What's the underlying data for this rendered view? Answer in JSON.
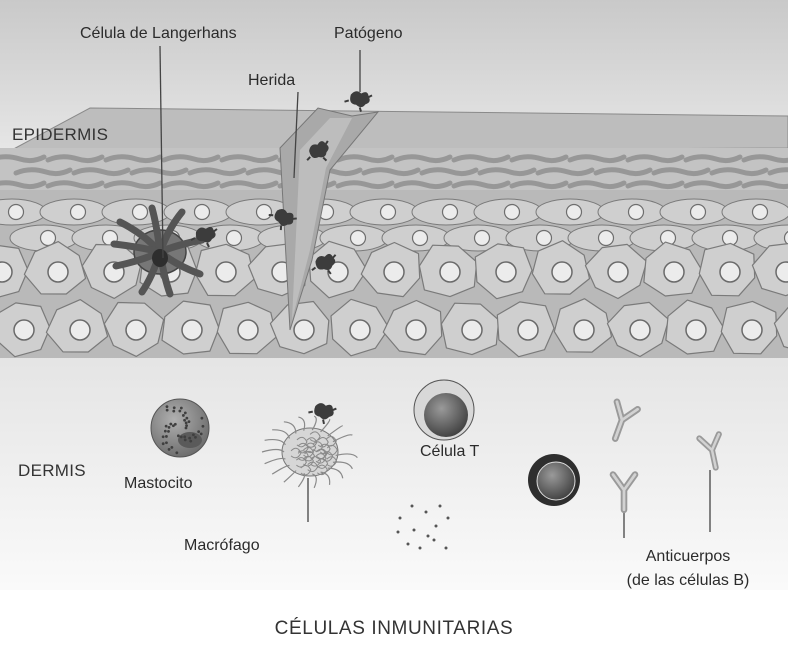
{
  "labels": {
    "langerhans": "Célula de Langerhans",
    "pathogen": "Patógeno",
    "wound": "Herida",
    "epidermis": "EPIDERMIS",
    "dermis": "DERMIS",
    "mast_cell": "Mastocito",
    "macrophage": "Macrófago",
    "t_cell": "Célula T",
    "antibodies_line1": "Anticuerpos",
    "antibodies_line2": "(de las células B)",
    "title": "CÉLULAS INMUNITARIAS"
  },
  "colors": {
    "background_top": "#d8d8d8",
    "cell_fill": "#cfcfcf",
    "cell_stroke": "#7a7a7a",
    "nucleus_fill": "#ececec",
    "pathogen": "#3c3c3c",
    "label_text": "#2b2b2b"
  }
}
